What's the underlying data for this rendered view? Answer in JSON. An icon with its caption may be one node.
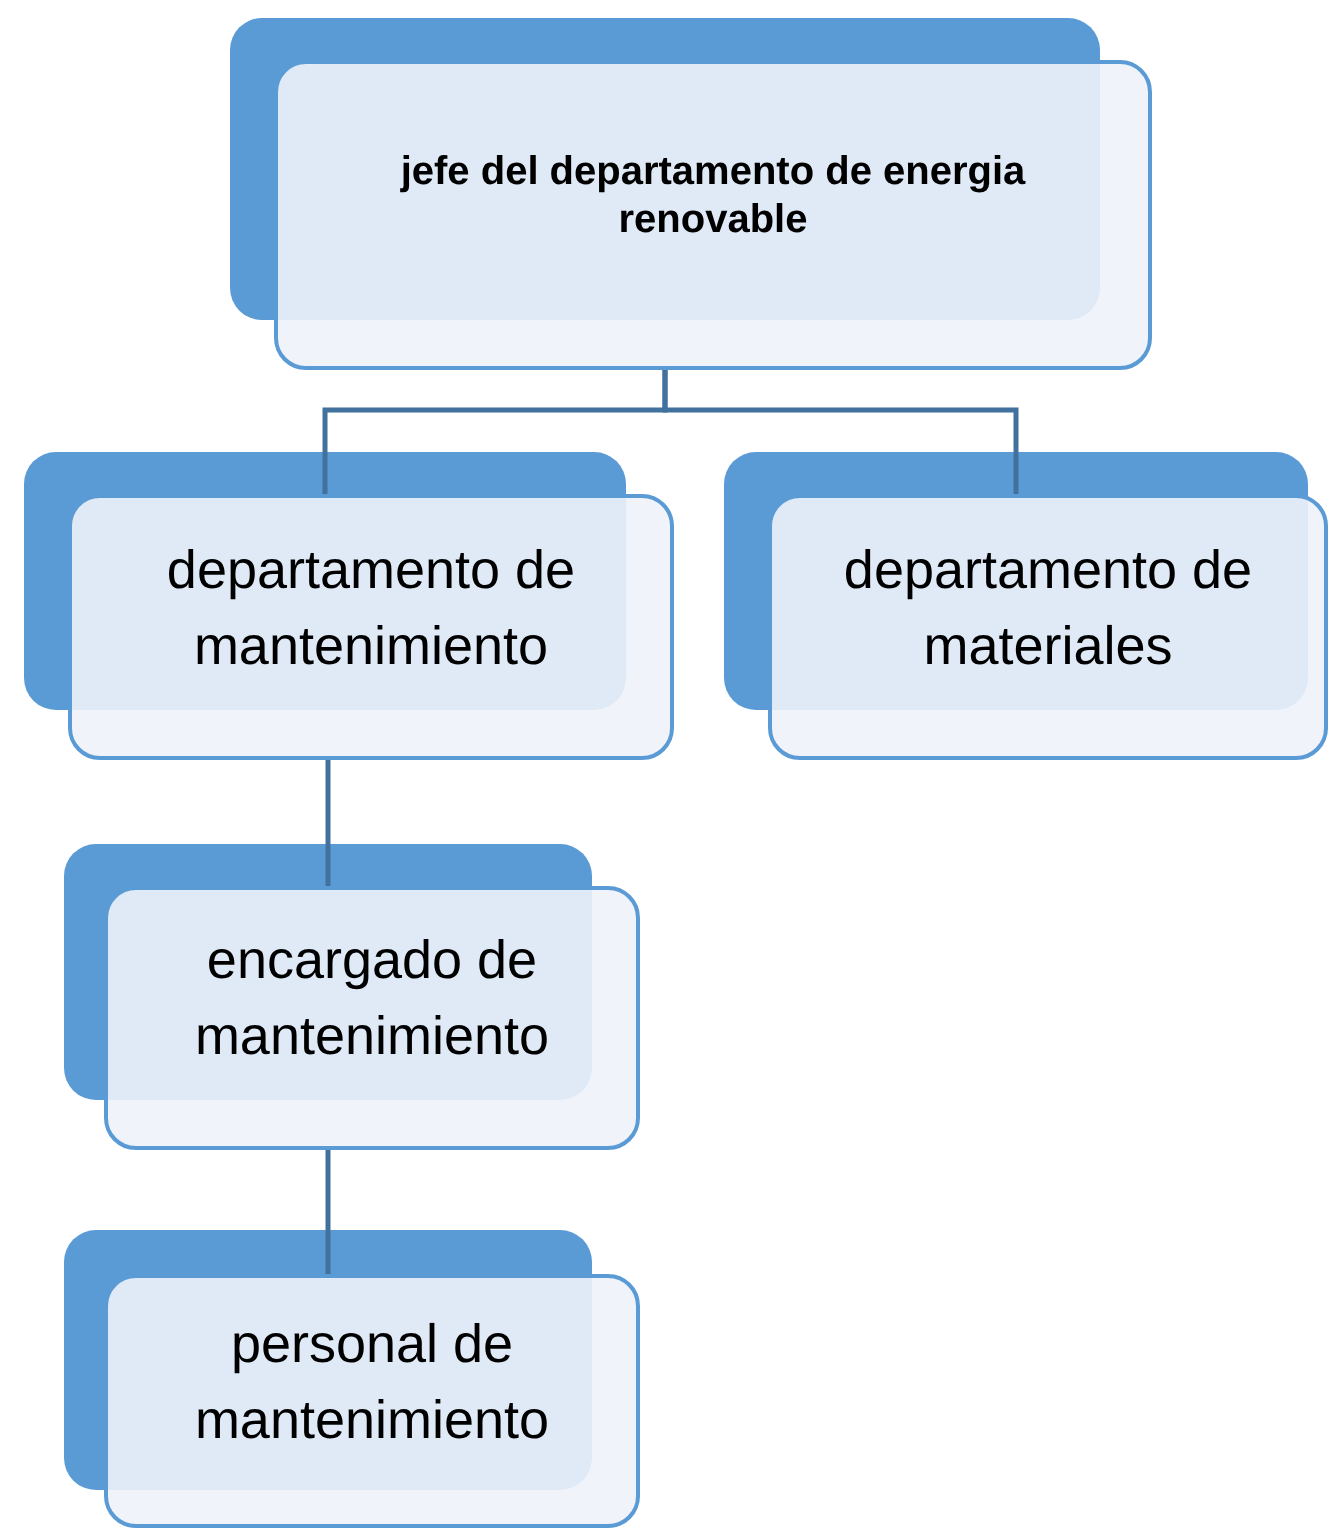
{
  "diagram": {
    "nodes": [
      {
        "text": [
          "jefe del departamento de energia renovable"
        ]
      },
      {
        "text": [
          "departamento de mantenimiento"
        ]
      },
      {
        "text": [
          "departamento de materiales"
        ]
      },
      {
        "text": [
          "encargado de mantenimiento"
        ]
      },
      {
        "text": [
          "personal de mantenimiento"
        ]
      }
    ],
    "edges": [
      {
        "from": 0,
        "to": 1,
        "arrow": "none"
      },
      {
        "from": 0,
        "to": 2,
        "arrow": "none"
      },
      {
        "from": 1,
        "to": 3,
        "arrow": "none"
      },
      {
        "from": 3,
        "to": 4,
        "arrow": "none"
      }
    ]
  }
}
